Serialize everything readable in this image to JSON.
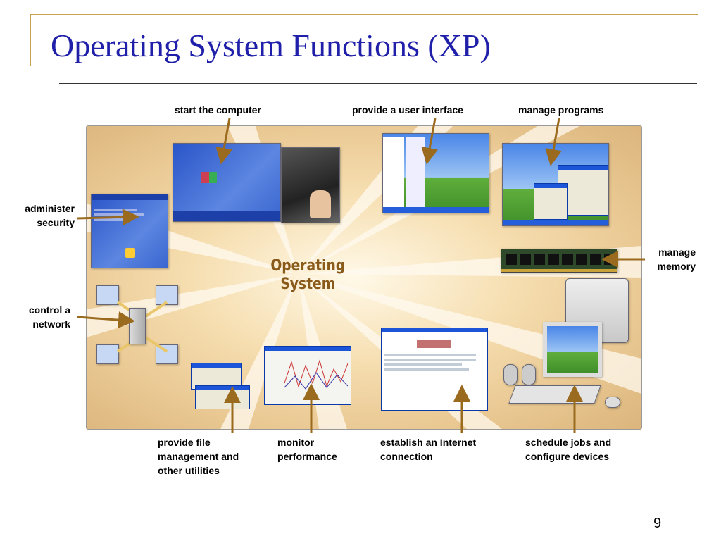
{
  "slide": {
    "title": "Operating System Functions (XP)",
    "page_number": "9"
  },
  "center_label": {
    "line1": "Operating",
    "line2": "System"
  },
  "labels": {
    "start_computer": "start the computer",
    "user_interface": "provide a user interface",
    "manage_programs": "manage programs",
    "administer_security_1": "administer",
    "administer_security_2": "security",
    "manage_memory_1": "manage",
    "manage_memory_2": "memory",
    "control_network_1": "control a",
    "control_network_2": "network",
    "file_mgmt_1": "provide file",
    "file_mgmt_2": "management and",
    "file_mgmt_3": "other utilities",
    "monitor_1": "monitor",
    "monitor_2": "performance",
    "internet_1": "establish an Internet",
    "internet_2": "connection",
    "schedule_1": "schedule jobs and",
    "schedule_2": "configure devices"
  },
  "colors": {
    "title": "#1f1faa",
    "arrow": "#9a6a1e",
    "frame": "#c8a050"
  }
}
